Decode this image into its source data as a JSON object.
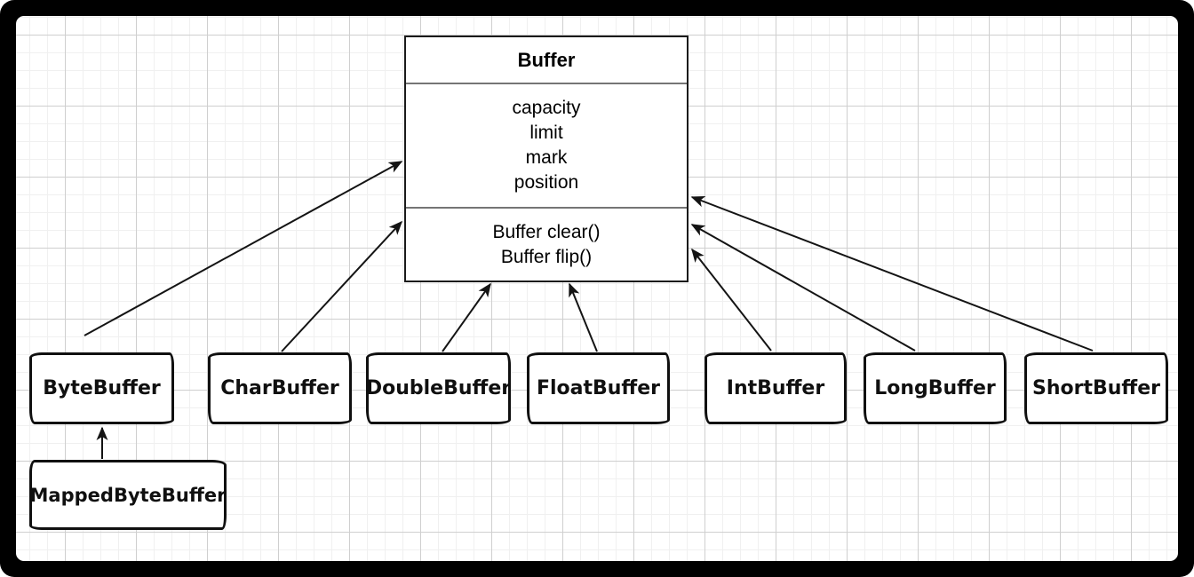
{
  "diagram": {
    "superclass": {
      "name": "Buffer",
      "attributes": [
        "capacity",
        "limit",
        "mark",
        "position"
      ],
      "methods": [
        "Buffer clear()",
        "Buffer flip()"
      ]
    },
    "subclasses": [
      {
        "label": "ByteBuffer"
      },
      {
        "label": "CharBuffer"
      },
      {
        "label": "DoubleBuffer"
      },
      {
        "label": "FloatBuffer"
      },
      {
        "label": "IntBuffer"
      },
      {
        "label": "LongBuffer"
      },
      {
        "label": "ShortBuffer"
      }
    ],
    "byte_buffer_subclass": {
      "label": "MappedByteBuffer"
    },
    "relationships": [
      {
        "from": "ByteBuffer",
        "to": "Buffer"
      },
      {
        "from": "CharBuffer",
        "to": "Buffer"
      },
      {
        "from": "DoubleBuffer",
        "to": "Buffer"
      },
      {
        "from": "FloatBuffer",
        "to": "Buffer"
      },
      {
        "from": "IntBuffer",
        "to": "Buffer"
      },
      {
        "from": "LongBuffer",
        "to": "Buffer"
      },
      {
        "from": "ShortBuffer",
        "to": "Buffer"
      },
      {
        "from": "MappedByteBuffer",
        "to": "ByteBuffer"
      }
    ],
    "colors": {
      "ink": "#141414",
      "box_border": "#101010",
      "uml_border": "#1a1a1a",
      "section_divider": "#757575",
      "grid_minor": "#f0f0f0",
      "grid_major": "#cfcfcf",
      "canvas_background": "#ffffff",
      "frame_background": "#000000"
    }
  }
}
